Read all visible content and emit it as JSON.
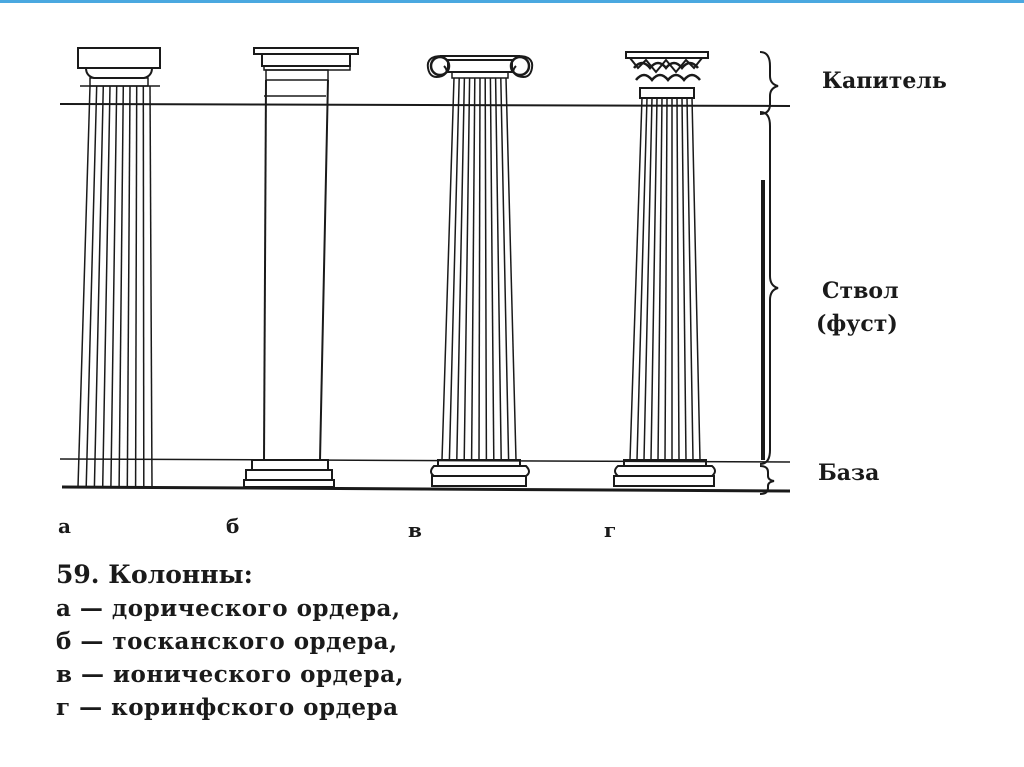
{
  "zones": {
    "capital": "Капитель",
    "shaft_line1": "Ствол",
    "shaft_line2": "(фуст)",
    "base": "База"
  },
  "columns": [
    {
      "letter": "а",
      "order": "dorian"
    },
    {
      "letter": "б",
      "order": "tuscan"
    },
    {
      "letter": "в",
      "order": "ionic"
    },
    {
      "letter": "г",
      "order": "corinthian"
    }
  ],
  "caption": {
    "number": "59.",
    "title": "Колонны:",
    "items": [
      "а — дорического ордера,",
      "б — тосканского ордера,",
      "в — ионического ордера,",
      "г — коринфского ордера"
    ]
  },
  "colors": {
    "ink": "#1a1a1a",
    "accent_rule": "#4aa8e0"
  }
}
